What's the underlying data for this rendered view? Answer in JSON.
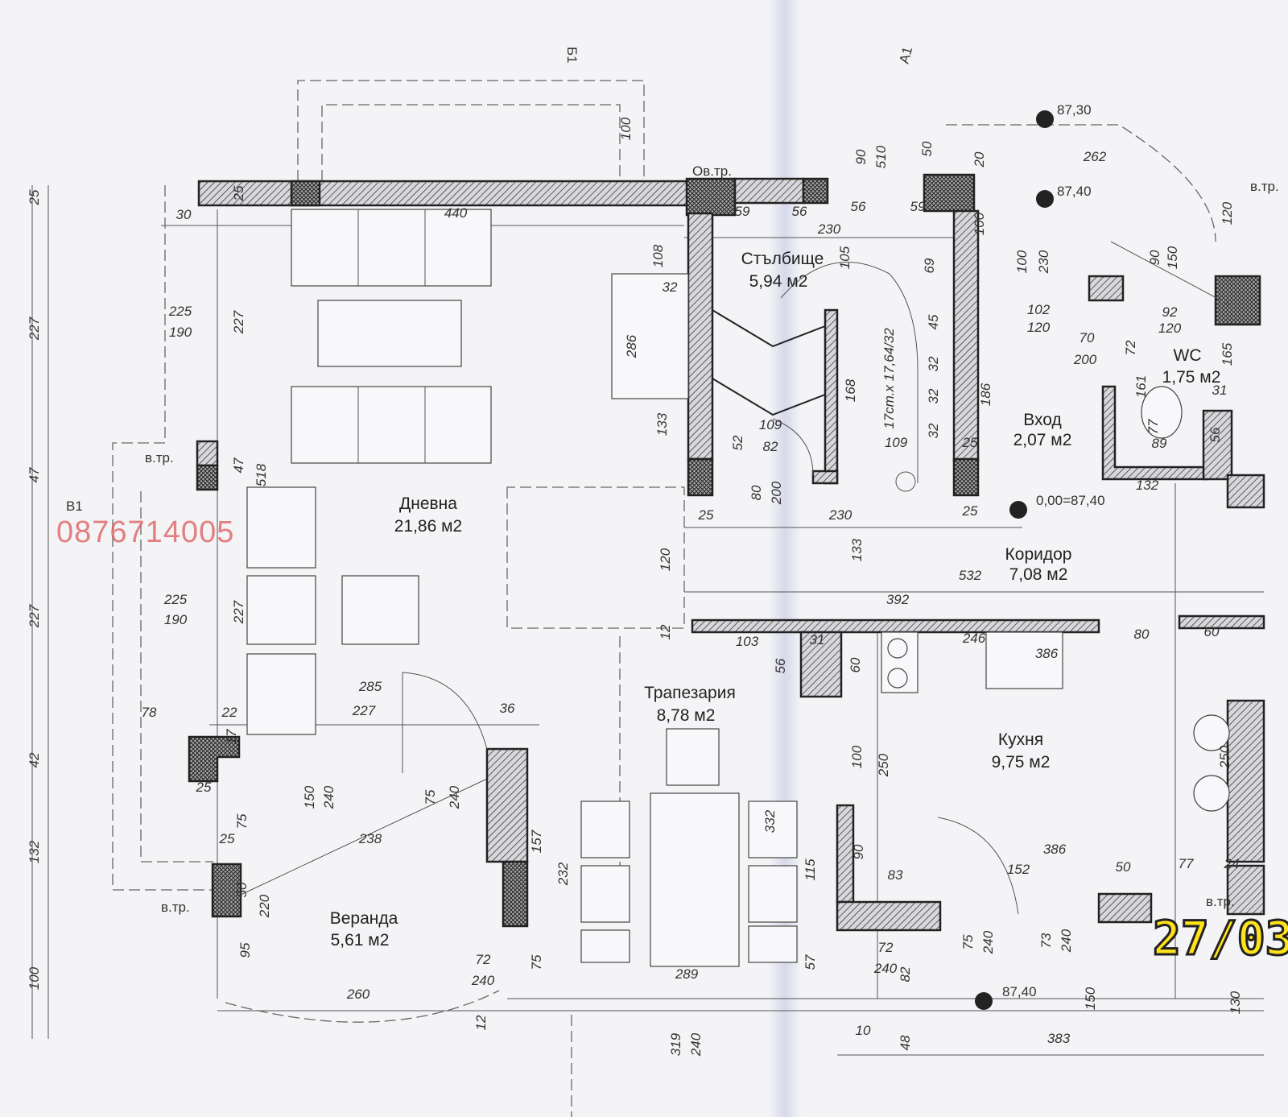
{
  "rooms": [
    {
      "name": "Дневна",
      "area": "21,86 м2"
    },
    {
      "name": "Стълбище",
      "area": "5,94 м2"
    },
    {
      "name": "Вход",
      "area": "2,07 м2"
    },
    {
      "name": "WC",
      "area": "1,75 м2"
    },
    {
      "name": "Коридор",
      "area": "7,08 м2"
    },
    {
      "name": "Трапезария",
      "area": "8,78 м2"
    },
    {
      "name": "Кухня",
      "area": "9,75 м2"
    },
    {
      "name": "Веранда",
      "area": "5,61 м2"
    }
  ],
  "levels": [
    "87,30",
    "87,40",
    "0,00=87,40",
    "87,40"
  ],
  "section_marks": [
    "Б1",
    "А1",
    "В1"
  ],
  "vent_labels": [
    "в.тр.",
    "в.тр.",
    "в.тр.",
    "Ов.тр.",
    "в.тр."
  ],
  "watermark": "0876714005",
  "date_stamp": "27/03",
  "dimensions": [
    "25",
    "30",
    "440",
    "59",
    "56",
    "56",
    "59",
    "230",
    "105",
    "69",
    "108",
    "32",
    "286",
    "133",
    "100",
    "90",
    "510",
    "50",
    "20",
    "262",
    "120",
    "100",
    "100",
    "230",
    "90",
    "150",
    "102",
    "120",
    "70",
    "200",
    "92",
    "120",
    "72",
    "165",
    "161",
    "31",
    "77",
    "89",
    "56",
    "132",
    "45",
    "32",
    "32",
    "32",
    "17ст.х 17,64/32",
    "168",
    "186",
    "109",
    "82",
    "109",
    "52",
    "25",
    "80",
    "200",
    "25",
    "230",
    "25",
    "133",
    "120",
    "532",
    "392",
    "225",
    "190",
    "227",
    "227",
    "25",
    "518",
    "47",
    "47",
    "225",
    "190",
    "227",
    "227",
    "12",
    "103",
    "31",
    "56",
    "60",
    "246",
    "386",
    "80",
    "60",
    "285",
    "227",
    "36",
    "78",
    "22",
    "17",
    "42",
    "25",
    "150",
    "240",
    "75",
    "75",
    "240",
    "238",
    "157",
    "232",
    "332",
    "100",
    "250",
    "90",
    "83",
    "115",
    "386",
    "152",
    "50",
    "77",
    "24",
    "250",
    "25",
    "50",
    "220",
    "132",
    "95",
    "100",
    "72",
    "240",
    "75",
    "260",
    "289",
    "57",
    "72",
    "240",
    "82",
    "75",
    "240",
    "73",
    "240",
    "12",
    "319",
    "240",
    "10",
    "48",
    "150",
    "383",
    "130"
  ]
}
